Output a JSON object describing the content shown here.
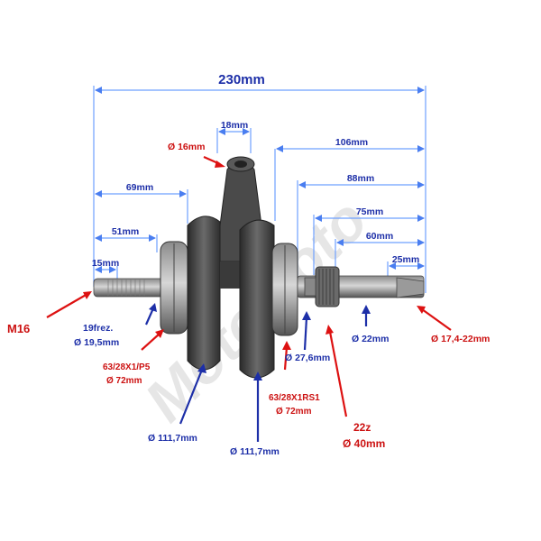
{
  "watermark": "MotoMoto",
  "colors": {
    "dimension": "#6ea0ff",
    "blue_label": "#1d2fa8",
    "red_label": "#cc1111",
    "shaft": "#5a5a5a"
  },
  "dimensions": {
    "total_length": "230mm",
    "rod_width": "18mm",
    "d106": "106mm",
    "d88": "88mm",
    "d75": "75mm",
    "d60": "60mm",
    "d25": "25mm",
    "d69": "69mm",
    "d51": "51mm",
    "d15": "15mm"
  },
  "labels": {
    "thread": "M16",
    "small_end": "Ø 16mm",
    "spline_line1": "19frez.",
    "spline_line2": "Ø 19,5mm",
    "bearing_left_line1": "63/28X1/P5",
    "bearing_left_line2": "Ø 72mm",
    "flywheel_left": "Ø 111,7mm",
    "flywheel_right": "Ø 111,7mm",
    "seat_right": "Ø 27,6mm",
    "bearing_right_line1": "63/28X1RS1",
    "bearing_right_line2": "Ø 72mm",
    "gear_line1": "22z",
    "gear_line2": "Ø 40mm",
    "shaft_mid": "Ø 22mm",
    "shaft_end": "Ø 17,4-22mm"
  }
}
